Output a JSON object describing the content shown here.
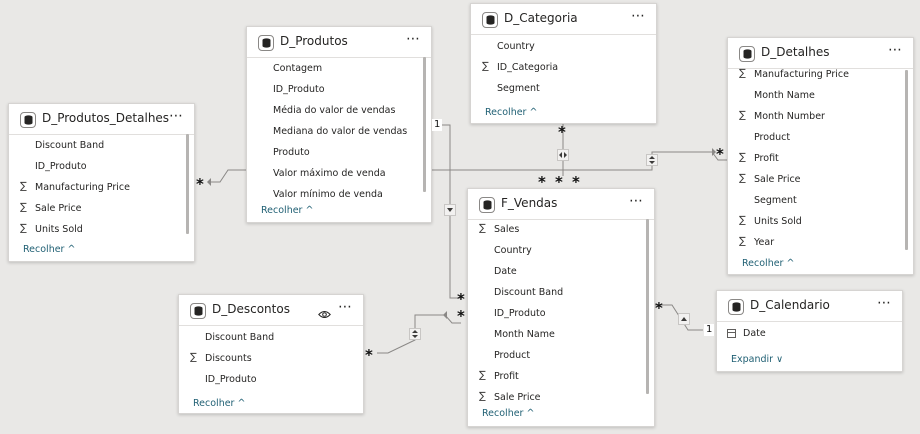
{
  "tables": {
    "d_produtos_detalhes": {
      "title": "D_Produtos_Detalhes",
      "fields": [
        "Discount Band",
        "ID_Produto",
        "Manufacturing Price",
        "Sale Price",
        "Units Sold"
      ],
      "sum_fields": [
        false,
        false,
        true,
        true,
        true
      ],
      "footer": "Recolher"
    },
    "d_produtos": {
      "title": "D_Produtos",
      "fields": [
        "Contagem",
        "ID_Produto",
        "Média do valor de vendas",
        "Mediana do valor de vendas",
        "Produto",
        "Valor máximo de venda",
        "Valor mínimo de venda"
      ],
      "footer": "Recolher"
    },
    "d_categoria": {
      "title": "D_Categoria",
      "fields": [
        "Country",
        "ID_Categoria",
        "Segment"
      ],
      "sum_fields": [
        false,
        true,
        false
      ],
      "footer": "Recolher"
    },
    "d_detalhes": {
      "title": "D_Detalhes",
      "fields": [
        "Manufacturing Price",
        "Month Name",
        "Month Number",
        "Product",
        "Profit",
        "Sale Price",
        "Segment",
        "Units Sold",
        "Year"
      ],
      "sum_fields": [
        true,
        false,
        true,
        false,
        true,
        true,
        false,
        true,
        true
      ],
      "footer": "Recolher"
    },
    "f_vendas": {
      "title": "F_Vendas",
      "fields": [
        "Sales",
        "Country",
        "Date",
        "Discount Band",
        "ID_Produto",
        "Month Name",
        "Product",
        "Profit",
        "Sale Price"
      ],
      "sum_fields": [
        true,
        false,
        false,
        false,
        false,
        false,
        false,
        true,
        true
      ],
      "footer": "Recolher"
    },
    "d_descontos": {
      "title": "D_Descontos",
      "fields": [
        "Discount Band",
        "Discounts",
        "ID_Produto"
      ],
      "sum_fields": [
        false,
        true,
        false
      ],
      "footer": "Recolher"
    },
    "d_calendario": {
      "title": "D_Calendario",
      "fields": [
        "Date"
      ],
      "footer": "Expandir"
    }
  },
  "more_icon": "⋯",
  "sum_icon": "∑",
  "chevron_up": "^",
  "chevron_down": "∨",
  "cardinality": {
    "many": "*",
    "one": "1"
  },
  "colors": {
    "canvas": "#e9e8e6",
    "card": "#ffffff",
    "link": "#1f5f73",
    "line": "#8a8886"
  }
}
